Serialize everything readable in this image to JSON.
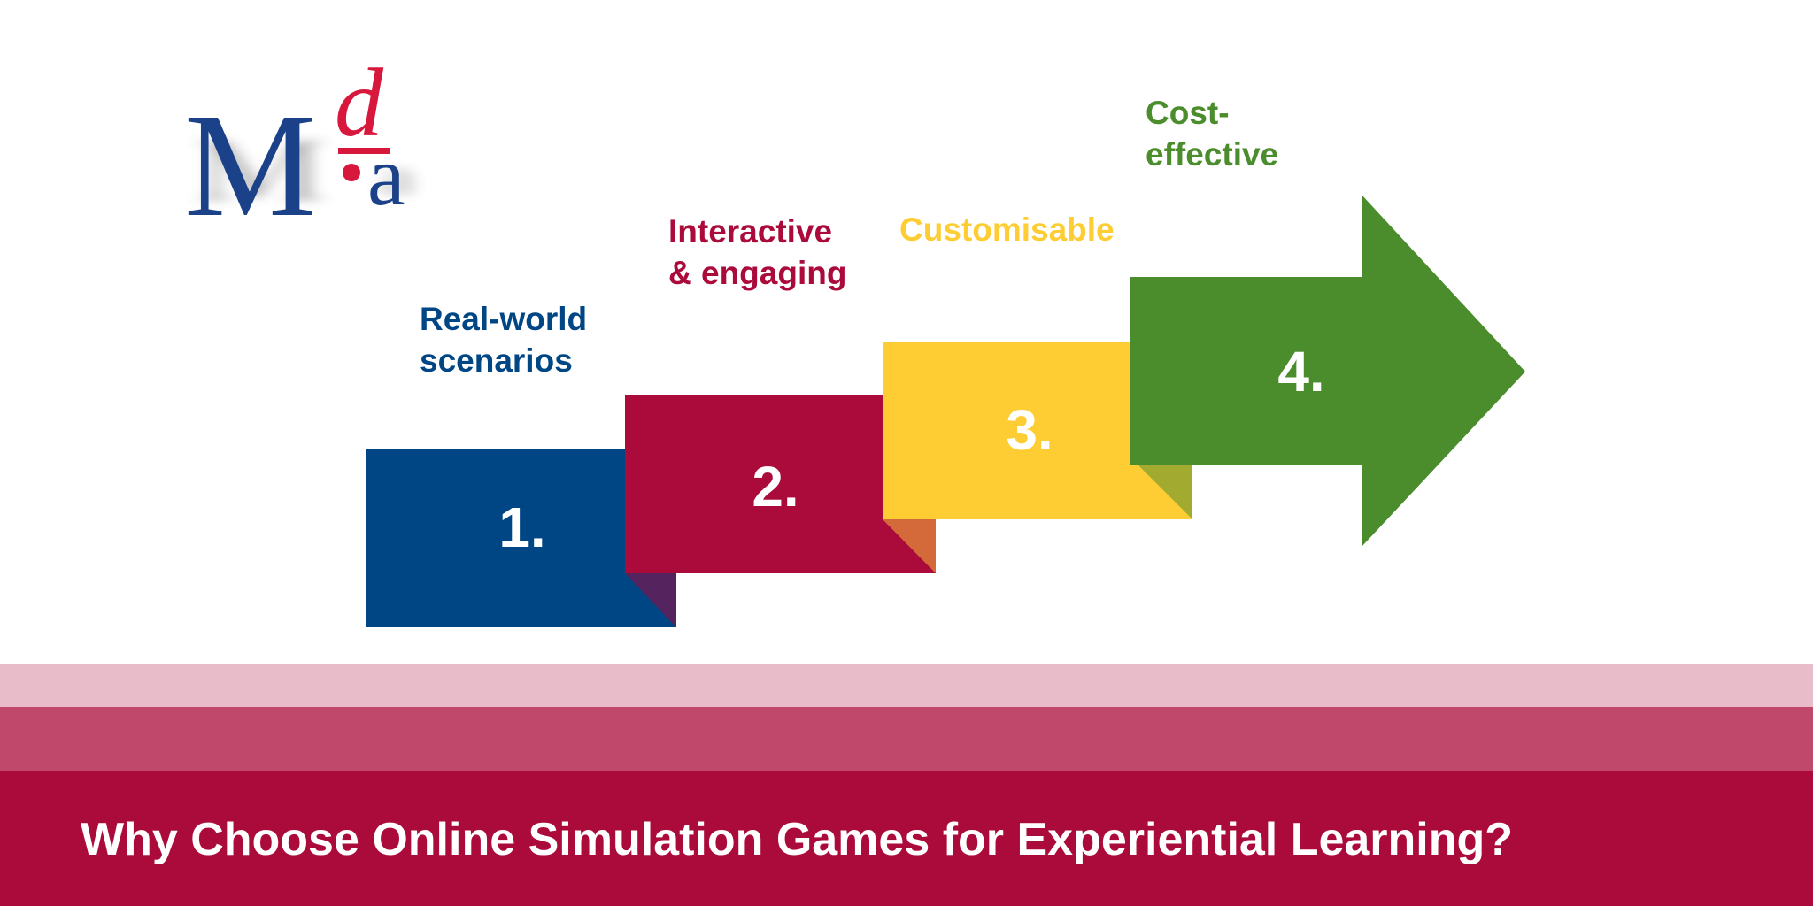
{
  "logo": {
    "text": "Mda"
  },
  "steps": [
    {
      "number": "1.",
      "label_line1": "Real-world",
      "label_line2": "scenarios",
      "color": "#004684",
      "fold_color": "#55235e"
    },
    {
      "number": "2.",
      "label_line1": "Interactive",
      "label_line2": "& engaging",
      "color": "#ab0b3b",
      "fold_color": "#d4693a"
    },
    {
      "number": "3.",
      "label_line1": "Customisable",
      "color": "#fecd33",
      "fold_color": "#a2ab2f"
    },
    {
      "number": "4.",
      "label_line1": "Cost-",
      "label_line2": "effective",
      "color": "#4b8c2c"
    }
  ],
  "footer": {
    "title": "Why Choose Online Simulation Games for Experiential Learning?",
    "band_colors": [
      "#e8bcc9",
      "#c0486b",
      "#ab0b3a"
    ]
  }
}
